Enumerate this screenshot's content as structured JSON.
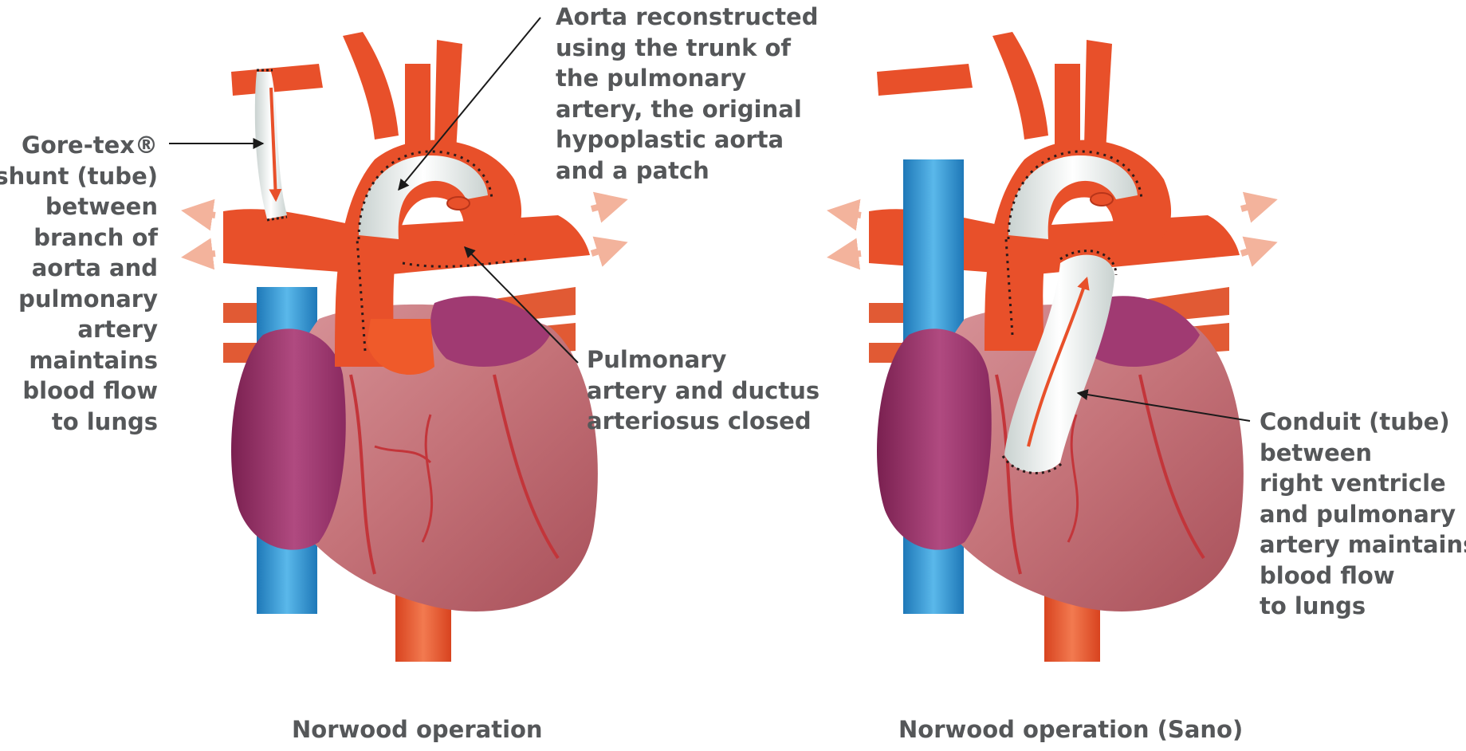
{
  "left_panel": {
    "caption": "Norwood operation",
    "labels": {
      "shunt": [
        "Gore-tex®",
        "shunt (tube)",
        "between",
        "branch of",
        "aorta and",
        "pulmonary",
        "artery",
        "maintains",
        "blood flow",
        "to lungs"
      ],
      "aorta": [
        "Aorta reconstructed",
        "using the trunk of",
        "the pulmonary",
        "artery, the original",
        "hypoplastic aorta",
        "and a patch"
      ],
      "pulmonary": [
        "Pulmonary",
        "artery and ductus",
        "arteriosus closed"
      ]
    }
  },
  "right_panel": {
    "caption": "Norwood operation (Sano)",
    "labels": {
      "conduit": [
        "Conduit (tube)",
        "between",
        "right ventricle",
        "and pulmonary",
        "artery maintains",
        "blood flow",
        "to lungs"
      ]
    }
  },
  "colors": {
    "artery": "#e8502a",
    "vein": "#2a8fd0",
    "heart": "#c87a80",
    "atrium": "#9b2f68",
    "graft": "#e8ecea",
    "text": "#555759"
  }
}
